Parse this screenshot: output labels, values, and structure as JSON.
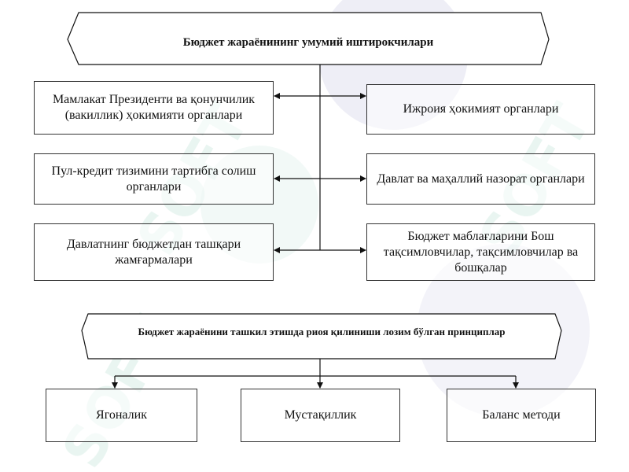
{
  "diagram": {
    "title": "Бюджет жараёнининг умумий иштирокчилари",
    "left_boxes": [
      "Мамлакат Президенти ва қонунчилик (вакиллик) ҳокимияти органлари",
      "Пул-кредит тизимини тартибга солиш органлари",
      "Давлатнинг бюджетдан ташқари жамғармалари"
    ],
    "right_boxes": [
      "Ижроия ҳокимият органлари",
      "Давлат ва маҳаллий назорат органлари",
      "Бюджет маблағларини Бош тақсимловчилар, тақсимловчилар ва бошқалар"
    ],
    "principles_title": "Бюджет жараёнини ташкил этишда риоя қилиниши лозим бўлган принциплар",
    "principles": [
      "Ягоналик",
      "Мустақиллик",
      "Баланс методи"
    ]
  },
  "watermark": {
    "text": "SOFT",
    "color": "#5fb79a"
  }
}
